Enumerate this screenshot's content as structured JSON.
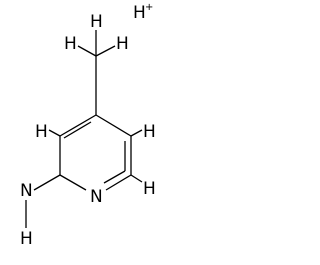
{
  "molecule": {
    "counter_ion": {
      "symbol": "H",
      "charge": "+"
    },
    "atoms": {
      "ring_nitrogen": "N",
      "amine_nitrogen": "N",
      "amine_hydrogen": "H",
      "methyl_hydrogen_top": "H",
      "methyl_hydrogen_left": "H",
      "methyl_hydrogen_right": "H",
      "ring_hydrogen_left": "H",
      "ring_hydrogen_right": "H",
      "ring_hydrogen_bottom": "H"
    }
  }
}
